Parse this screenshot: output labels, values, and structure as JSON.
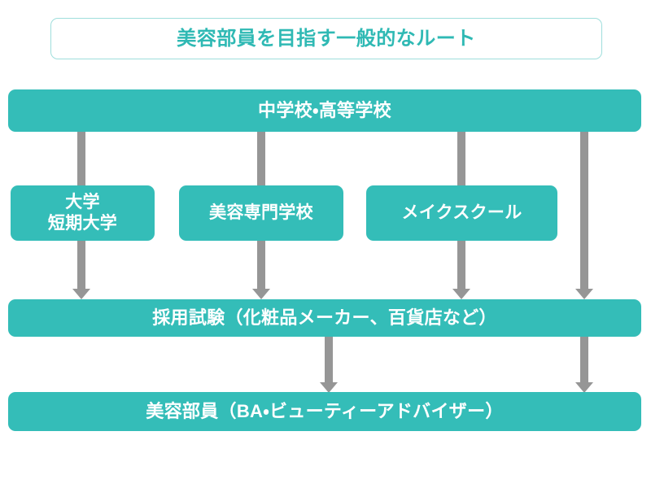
{
  "diagram": {
    "title": "美容部員を目指す一般的なルート",
    "background_color": "#ffffff",
    "node_color": "#34bdb8",
    "node_text_color": "#ffffff",
    "title_text_color": "#2fb9b4",
    "title_border_color": "#9fdedc",
    "connector_color": "#969696",
    "nodes": [
      {
        "id": "school",
        "label": "中学校・高等学校",
        "row": 1
      },
      {
        "id": "university",
        "label": "大学\n短期大学",
        "row": 2
      },
      {
        "id": "beauty",
        "label": "美容専門学校",
        "row": 2
      },
      {
        "id": "makeup",
        "label": "メイクスクール",
        "row": 2
      },
      {
        "id": "exam",
        "label": "採用試験（化粧品メーカー、百貨店など）",
        "row": 3
      },
      {
        "id": "ba",
        "label": "美容部員（BA・ビューティーアドバイザー）",
        "row": 4
      }
    ],
    "connectors": [
      {
        "from": "school",
        "to": "university",
        "arrowhead": false
      },
      {
        "from": "school",
        "to": "beauty",
        "arrowhead": false
      },
      {
        "from": "school",
        "to": "makeup",
        "arrowhead": false
      },
      {
        "from": "school",
        "to": "exam",
        "arrowhead": true
      },
      {
        "from": "university",
        "to": "exam",
        "arrowhead": true
      },
      {
        "from": "beauty",
        "to": "exam",
        "arrowhead": true
      },
      {
        "from": "makeup",
        "to": "exam",
        "arrowhead": true
      },
      {
        "from": "exam",
        "to": "ba",
        "arrowhead": true
      },
      {
        "from": "exam",
        "to": "ba",
        "arrowhead": true
      }
    ]
  }
}
